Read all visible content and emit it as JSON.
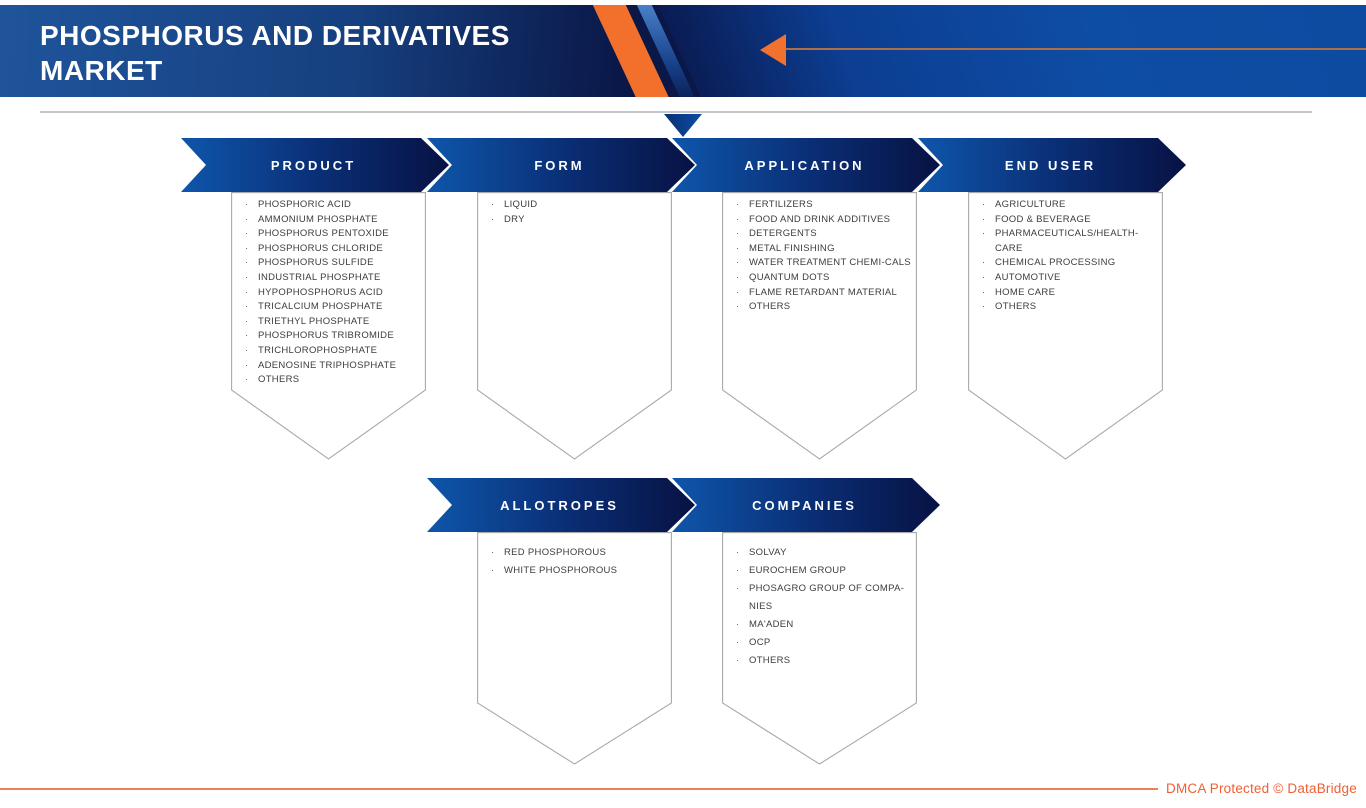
{
  "banner": {
    "title_line1": "PHOSPHORUS AND DERIVATIVES",
    "title_line2": "MARKET"
  },
  "footer": {
    "watermark": "DMCA Protected © DataBridge"
  },
  "colors": {
    "brand_blue": "#0D4EA5",
    "brand_navy": "#0A1747",
    "accent_orange": "#F2702B",
    "header_gradient_start": "#0E56AB",
    "header_gradient_end": "#071243",
    "watermark_orange": "#F05F35",
    "list_text": "#3C3C3C",
    "panel_border": "#A9A9A9"
  },
  "segments": [
    {
      "id": "product",
      "label": "PRODUCT",
      "items": [
        "PHOSPHORIC ACID",
        "AMMONIUM PHOSPHATE",
        "PHOSPHORUS PENTOXIDE",
        "PHOSPHORUS CHLORIDE",
        "PHOSPHORUS SULFIDE",
        "INDUSTRIAL PHOSPHATE",
        "HYPOPHOSPHORUS ACID",
        "TRICALCIUM PHOSPHATE",
        "TRIETHYL PHOSPHATE",
        "PHOSPHORUS TRIBROMIDE",
        "TRICHLOROPHOSPHATE",
        "ADENOSINE TRIPHOSPHATE",
        "OTHERS"
      ]
    },
    {
      "id": "form",
      "label": "FORM",
      "items": [
        "LIQUID",
        "DRY"
      ]
    },
    {
      "id": "application",
      "label": "APPLICATION",
      "items": [
        "FERTILIZERS",
        "FOOD AND DRINK ADDITIVES",
        "DETERGENTS",
        "METAL FINISHING",
        "WATER TREATMENT CHEMI-CALS",
        "QUANTUM DOTS",
        "FLAME RETARDANT MATERIAL",
        "OTHERS"
      ]
    },
    {
      "id": "end-user",
      "label": "END USER",
      "items": [
        "AGRICULTURE",
        "FOOD & BEVERAGE",
        "PHARMACEUTICALS/HEALTH-CARE",
        "CHEMICAL PROCESSING",
        "AUTOMOTIVE",
        "HOME CARE",
        "OTHERS"
      ]
    },
    {
      "id": "allotropes",
      "label": "ALLOTROPES",
      "items": [
        "RED PHOSPHOROUS",
        "WHITE PHOSPHOROUS"
      ]
    },
    {
      "id": "companies",
      "label": "COMPANIES",
      "items": [
        "SOLVAY",
        "EUROCHEM GROUP",
        "PHOSAGRO GROUP OF COMPA-NIES",
        "MA'ADEN",
        "OCP",
        "OTHERS"
      ]
    }
  ]
}
